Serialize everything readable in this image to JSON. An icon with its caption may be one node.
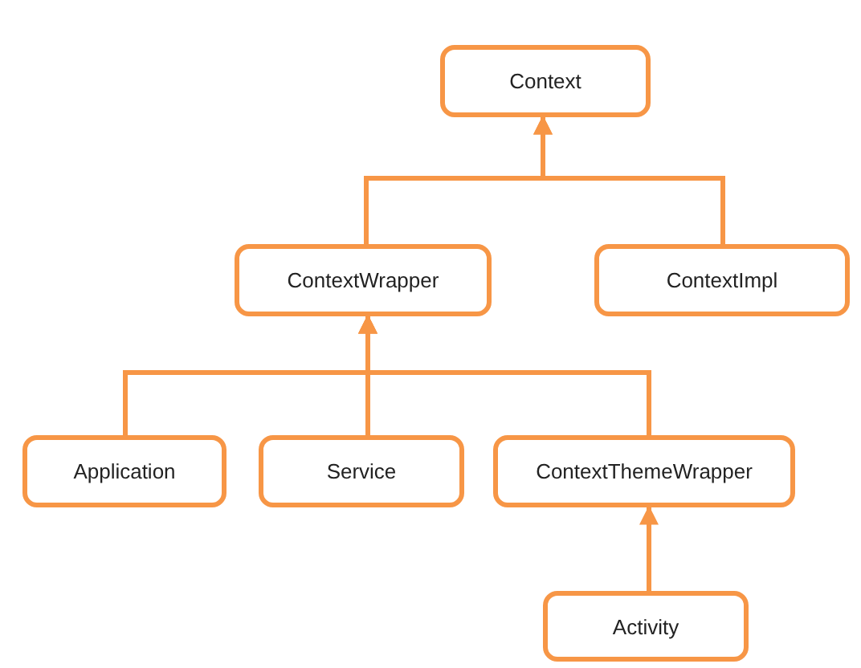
{
  "diagram": {
    "nodes": [
      {
        "text": [
          "Context"
        ]
      },
      {
        "text": [
          "ContextWrapper"
        ]
      },
      {
        "text": [
          "ContextImpl"
        ]
      },
      {
        "text": [
          "Application"
        ]
      },
      {
        "text": [
          "Service"
        ]
      },
      {
        "text": [
          "ContextThemeWrapper"
        ]
      },
      {
        "text": [
          "Activity"
        ]
      }
    ],
    "edges": [
      {
        "from": 1,
        "to": 0,
        "arrow": "to"
      },
      {
        "from": 2,
        "to": 0,
        "arrow": "to"
      },
      {
        "from": 3,
        "to": 1,
        "arrow": "to"
      },
      {
        "from": 4,
        "to": 1,
        "arrow": "to"
      },
      {
        "from": 5,
        "to": 1,
        "arrow": "to"
      },
      {
        "from": 6,
        "to": 5,
        "arrow": "to"
      }
    ]
  }
}
